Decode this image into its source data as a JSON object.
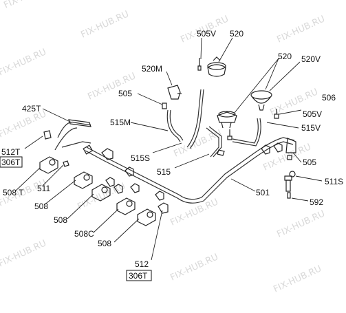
{
  "watermark": "FIX-HUB.RU",
  "labels": {
    "l505v_top": "505V",
    "l520_top": "520",
    "l520_right": "520",
    "l520m": "520M",
    "l520v": "520V",
    "l505_left": "505",
    "l506": "506",
    "l505v_right": "505V",
    "l425t": "425T",
    "l515m": "515M",
    "l515v": "515V",
    "l512t_left": "512T",
    "l306t_left": "306T",
    "l515s_mid": "515S",
    "l515": "515",
    "l505_right": "505",
    "l508t": "508 T",
    "l511": "511",
    "l501": "501",
    "l511s": "511S",
    "l508_a": "508",
    "l592": "592",
    "l508_b": "508",
    "l508c": "508C",
    "l508_c": "508",
    "l512_bottom": "512",
    "l306t_bottom": "306T"
  }
}
